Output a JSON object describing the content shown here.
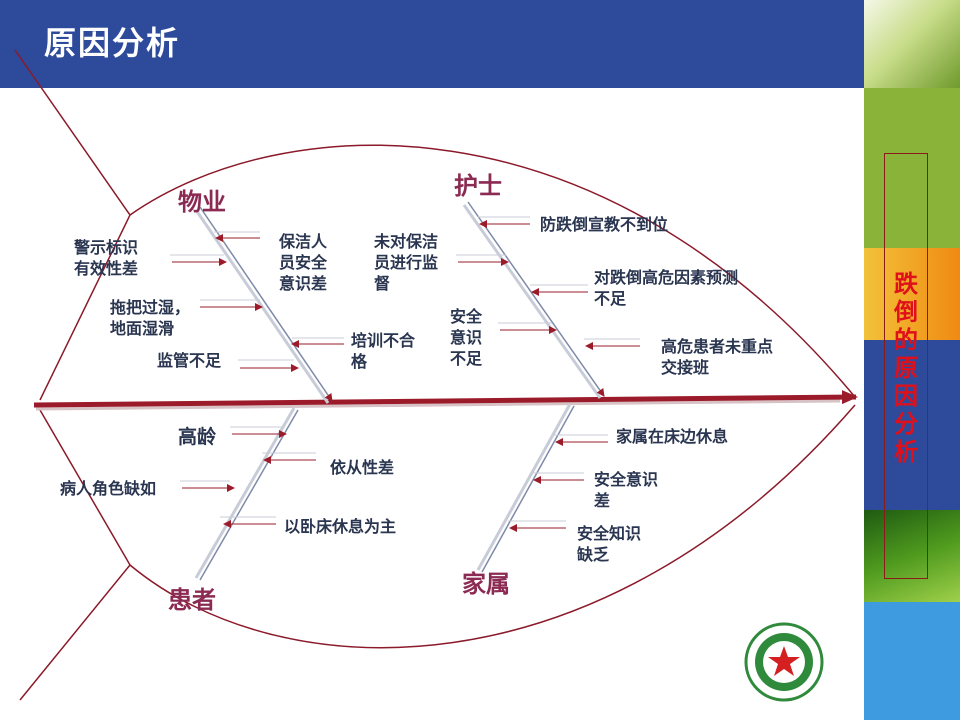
{
  "header": {
    "title": "原因分析"
  },
  "side_title": "跌倒的原因分析",
  "categories": {
    "wuye": "物业",
    "hushi": "护士",
    "huanzhe": "患者",
    "jiashu": "家属"
  },
  "causes": {
    "jingshi": "警示标识\n有效性差",
    "baojie": "保洁人\n员安全\n意识差",
    "tuoba": "拖把过湿，\n地面湿滑",
    "peixun": "培训不合\n格",
    "jianguan": "监管不足",
    "weidui": "未对保洁\n员进行监\n督",
    "anquan_yishi_hushi": "安全\n意识\n不足",
    "fangdiedao": "防跌倒宣教不到位",
    "gaowei_yuce": "对跌倒高危因素预测\n不足",
    "gaowei_jiaojie": "高危患者未重点\n交接班",
    "gaoling": "高龄",
    "bingren": "病人角色缺如",
    "yicong": "依从性差",
    "wochuang": "以卧床休息为主",
    "jiashu_chuangbian": "家属在床边休息",
    "jiashu_yishi": "安全意识\n差",
    "jiashu_zhishi": "安全知识\n缺乏"
  },
  "colors": {
    "header_bg": "#2e4b9b",
    "spine": "#9b1b2a",
    "category": "#8b2a52",
    "side_title": "#e0101a"
  }
}
